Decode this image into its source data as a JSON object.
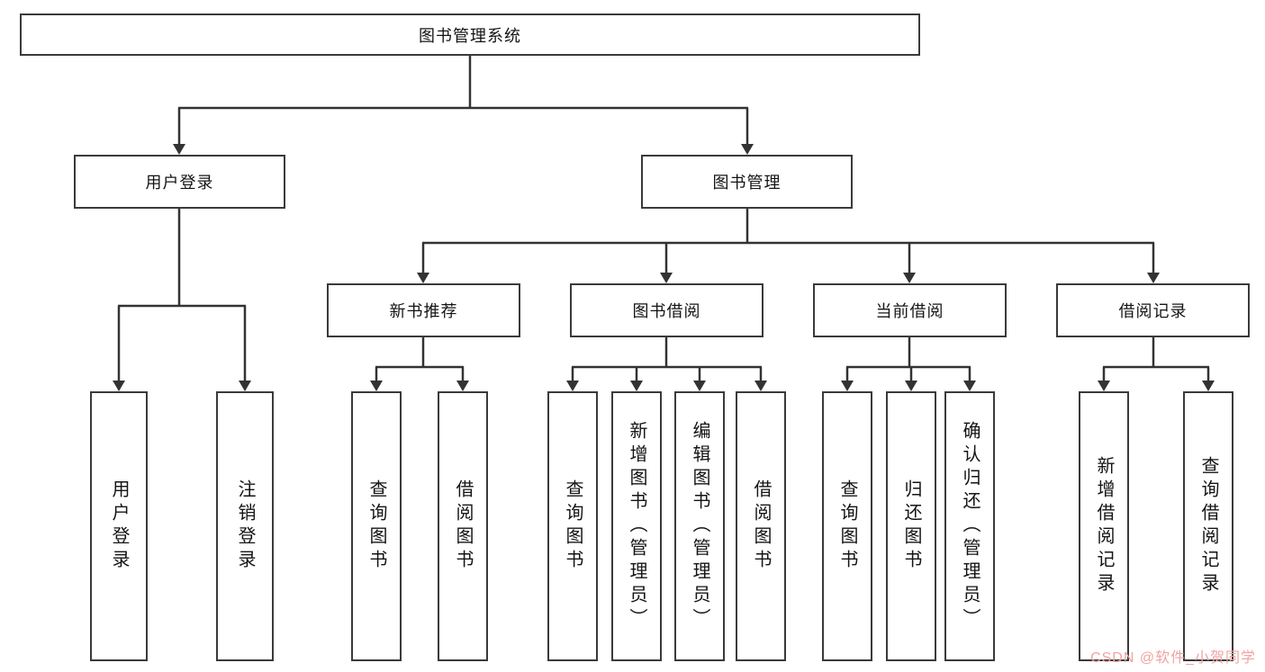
{
  "page": {
    "background": "#ffffff",
    "line_color": "#333333",
    "border_color": "#3a3a3a",
    "watermark_color": "#f0a3a3"
  },
  "watermark": "CSDN @软件_小贺同学",
  "diagram": {
    "root": "图书管理系统",
    "branches": [
      {
        "label": "用户登录",
        "leaves": [
          "用户登录",
          "注销登录"
        ]
      },
      {
        "label": "图书管理",
        "groups": [
          {
            "label": "新书推荐",
            "leaves": [
              "查询图书",
              "借阅图书"
            ]
          },
          {
            "label": "图书借阅",
            "leaves": [
              "查询图书",
              "新增图书（管理员）",
              "编辑图书（管理员）",
              "借阅图书"
            ]
          },
          {
            "label": "当前借阅",
            "leaves": [
              "查询图书",
              "归还图书",
              "确认归还（管理员）"
            ]
          },
          {
            "label": "借阅记录",
            "leaves": [
              "新增借阅记录",
              "查询借阅记录"
            ]
          }
        ]
      }
    ]
  }
}
